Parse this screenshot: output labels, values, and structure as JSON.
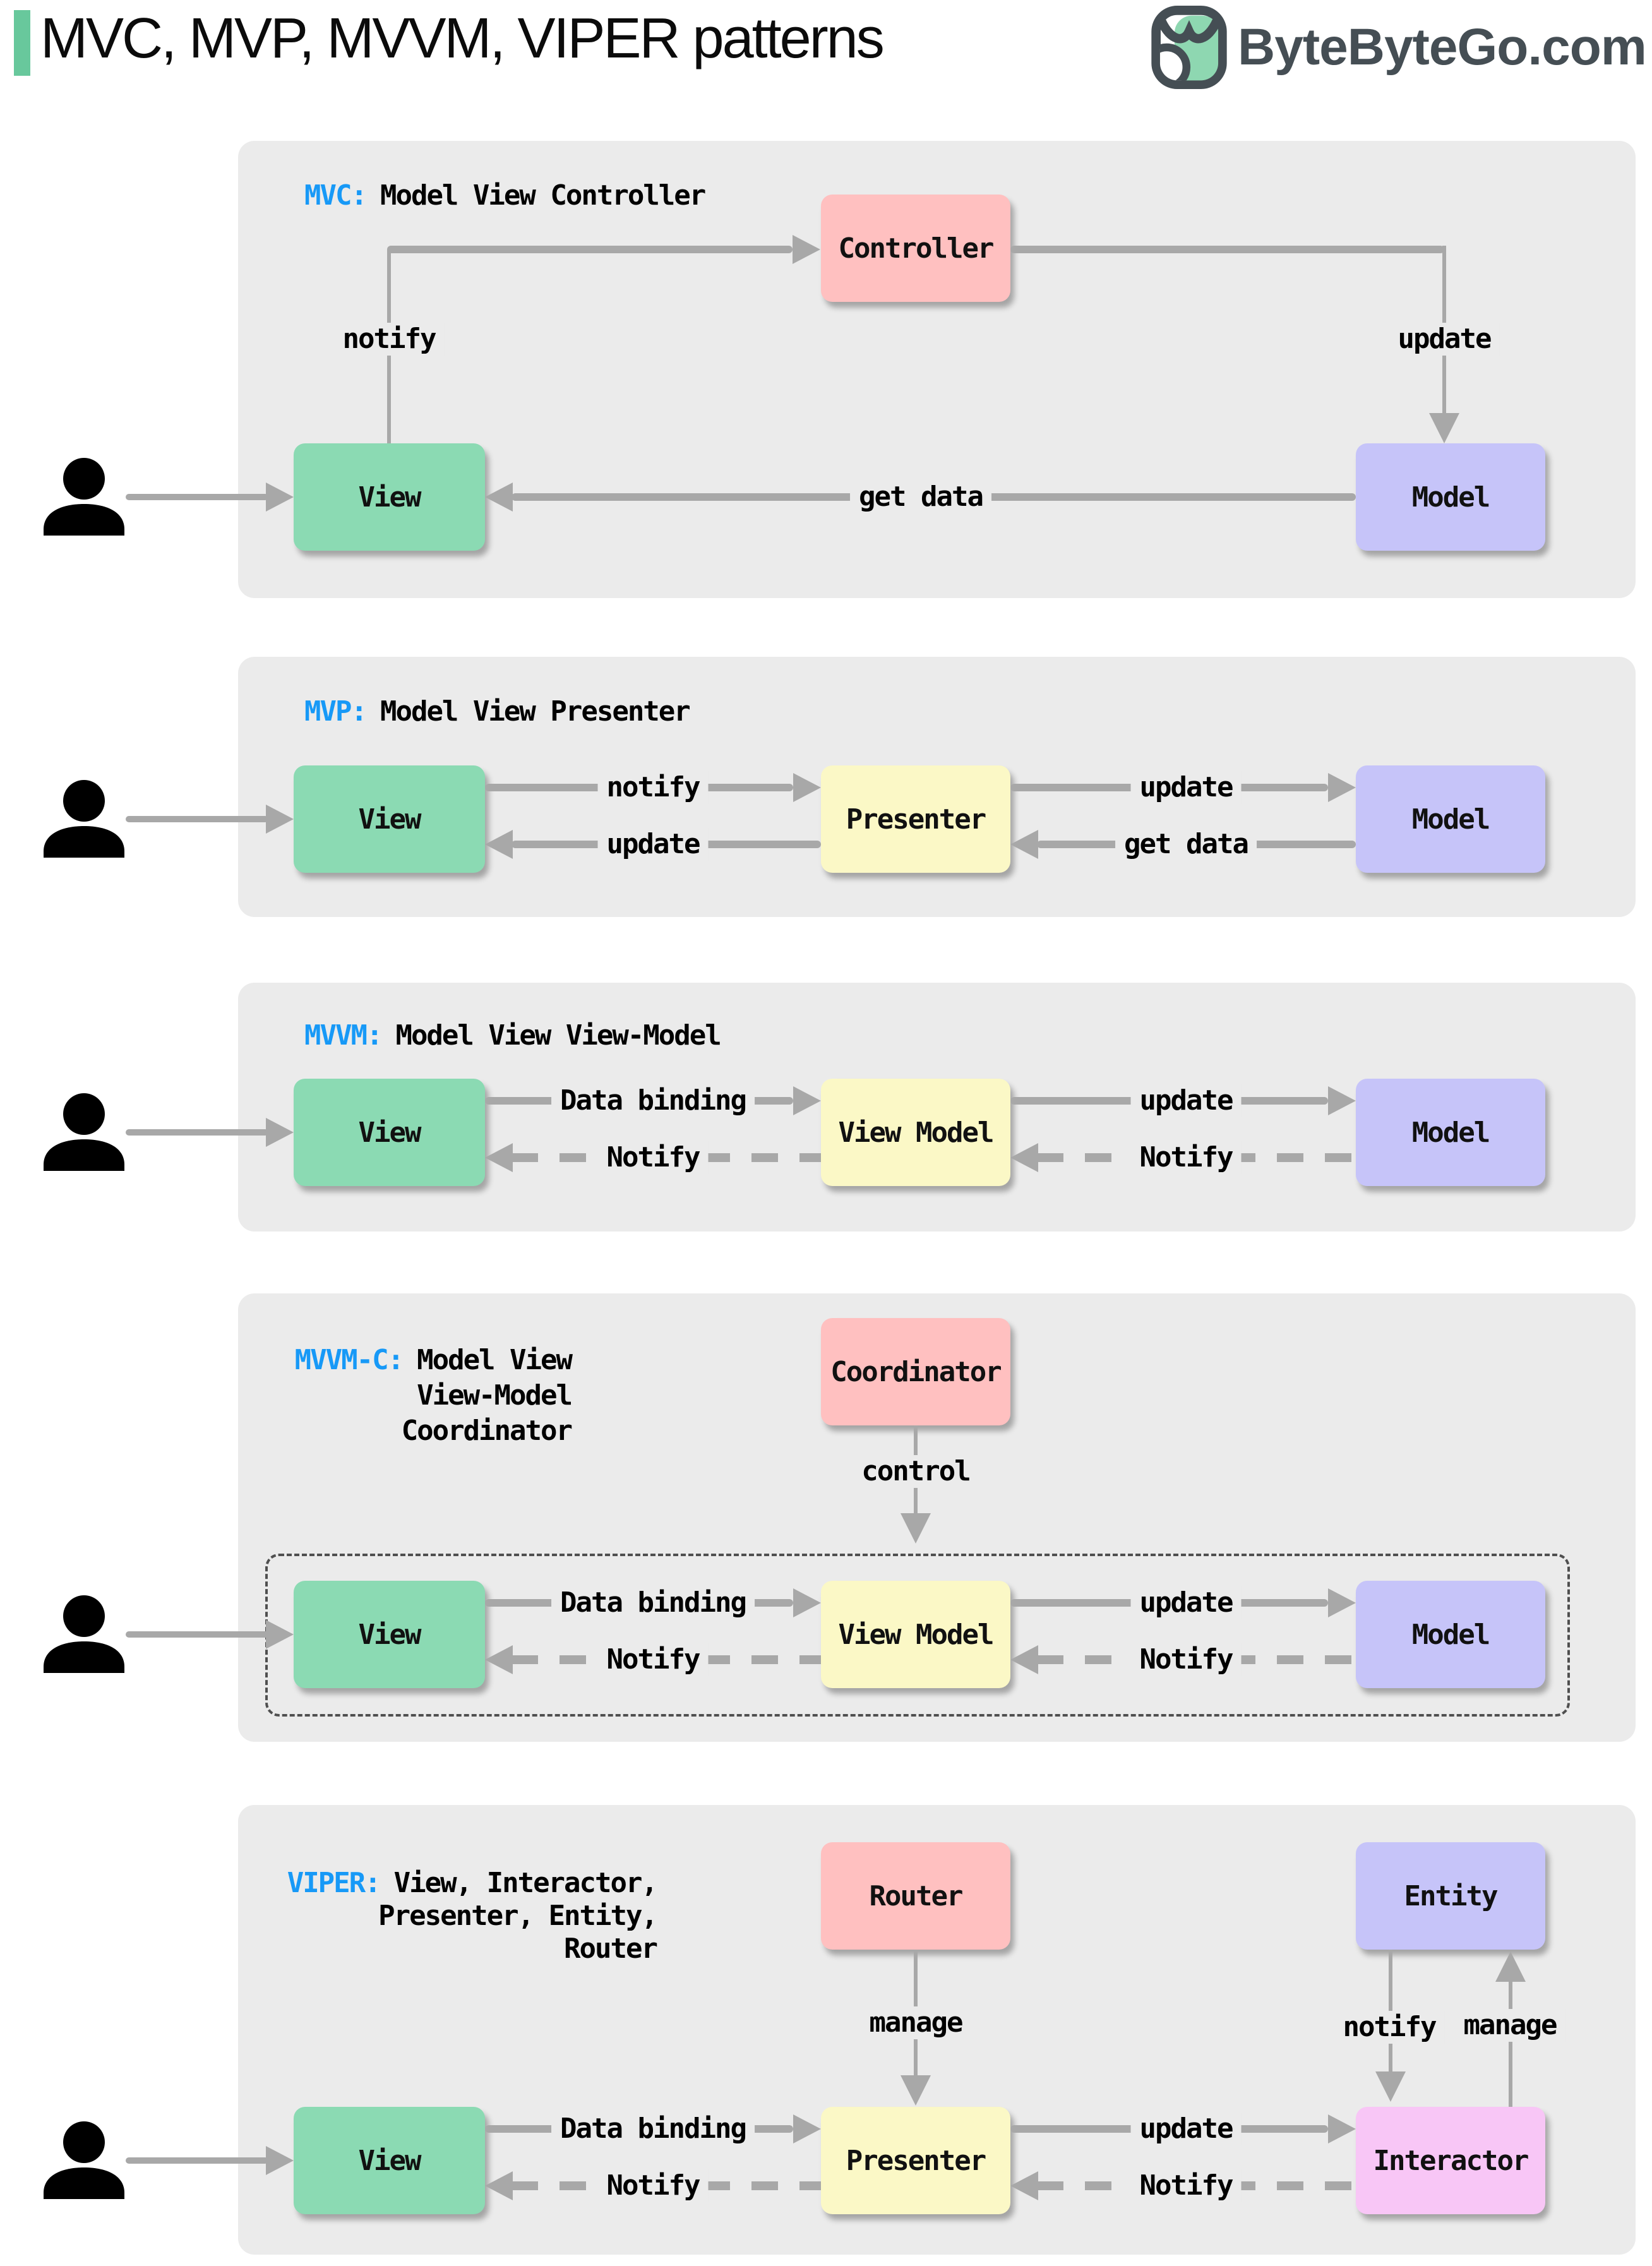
{
  "header": {
    "title": "MVC, MVP, MVVM, VIPER patterns",
    "brand": "ByteByteGo.com"
  },
  "colors": {
    "accent_blue": "#1799f7",
    "header_bar_green": "#68c89c",
    "section_bg": "#ebebeb",
    "arrow_gray": "#a8a8a8",
    "node_green": "#8bdab3",
    "node_pink": "#ffc0c0",
    "node_yellow": "#fbf8c6",
    "node_purple": "#c6c4f9",
    "node_magenta": "#f8c6f6",
    "brand_dark": "#454e54",
    "logo_green": "#8ed7b1",
    "dashed_border": "#4f4f4f"
  },
  "sections": {
    "mvc": {
      "abbr": "MVC:",
      "title": "Model View Controller",
      "nodes": {
        "controller": "Controller",
        "view": "View",
        "model": "Model"
      },
      "edges": {
        "notify": "notify",
        "update": "update",
        "get_data": "get data"
      }
    },
    "mvp": {
      "abbr": "MVP:",
      "title": "Model View Presenter",
      "nodes": {
        "view": "View",
        "presenter": "Presenter",
        "model": "Model"
      },
      "edges": {
        "notify": "notify",
        "update_top": "update",
        "update_bottom": "update",
        "get_data": "get data"
      }
    },
    "mvvm": {
      "abbr": "MVVM:",
      "title": "Model View View-Model",
      "nodes": {
        "view": "View",
        "view_model": "View Model",
        "model": "Model"
      },
      "edges": {
        "data_binding": "Data binding",
        "update": "update",
        "notify_left": "Notify",
        "notify_right": "Notify"
      }
    },
    "mvvmc": {
      "abbr": "MVVM-C:",
      "title_line1": "Model View",
      "title_line2": "View-Model",
      "title_line3": "Coordinator",
      "nodes": {
        "coordinator": "Coordinator",
        "view": "View",
        "view_model": "View Model",
        "model": "Model"
      },
      "edges": {
        "control": "control",
        "data_binding": "Data binding",
        "update": "update",
        "notify_left": "Notify",
        "notify_right": "Notify"
      }
    },
    "viper": {
      "abbr": "VIPER:",
      "title_line1": "View, Interactor,",
      "title_line2": "Presenter, Entity,",
      "title_line3": "Router",
      "nodes": {
        "router": "Router",
        "entity": "Entity",
        "view": "View",
        "presenter": "Presenter",
        "interactor": "Interactor"
      },
      "edges": {
        "manage_router": "manage",
        "notify_entity": "notify",
        "manage_entity": "manage",
        "data_binding": "Data binding",
        "update": "update",
        "notify_left": "Notify",
        "notify_right": "Notify"
      }
    }
  }
}
